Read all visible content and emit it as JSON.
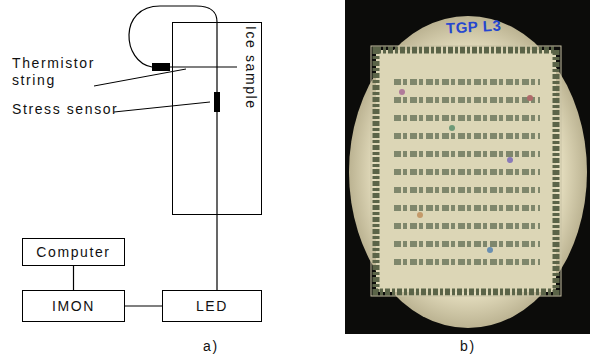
{
  "diagram": {
    "nodes": [
      {
        "text": [
          "Ice sample"
        ]
      },
      {
        "text": [
          "Computer"
        ]
      },
      {
        "text": [
          "IMON"
        ]
      },
      {
        "text": [
          "LED"
        ]
      }
    ],
    "edges": [
      {
        "from": 1,
        "to": 2,
        "arrow": "none"
      },
      {
        "from": 2,
        "to": 3,
        "arrow": "none"
      },
      {
        "from": 3,
        "to": 0,
        "arrow": "none"
      }
    ],
    "labels": [
      "Thermistor string",
      "Stress sensor",
      "TGP L3",
      "a)",
      "b)"
    ]
  }
}
